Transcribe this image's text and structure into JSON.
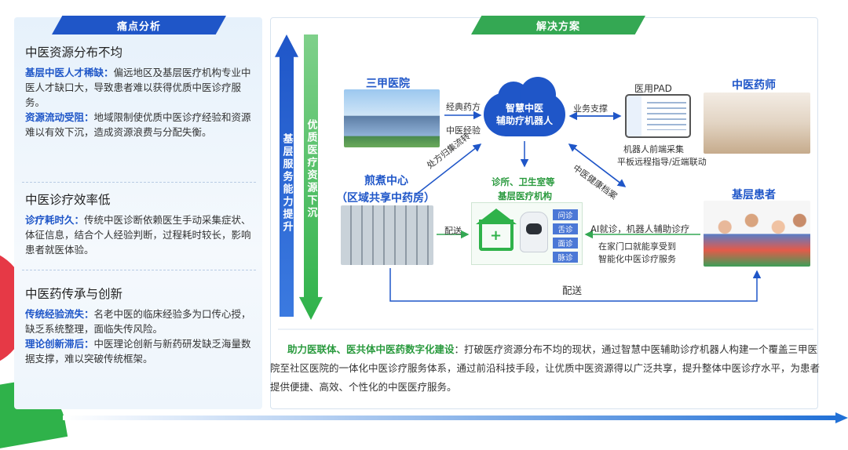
{
  "left": {
    "title": "痛点分析",
    "sections": [
      {
        "heading": "中医资源分布不均",
        "items": [
          {
            "key": "基层中医人才稀缺：",
            "text": "偏远地区及基层医疗机构专业中医人才缺口大，导致患者难以获得优质中医诊疗服务。"
          },
          {
            "key": "资源流动受阻：",
            "text": "地域限制使优质中医诊疗经验和资源难以有效下沉，造成资源浪费与分配失衡。"
          }
        ]
      },
      {
        "heading": "中医诊疗效率低",
        "items": [
          {
            "key": "诊疗耗时久：",
            "text": "传统中医诊断依赖医生手动采集症状、体征信息，结合个人经验判断，过程耗时较长，影响患者就医体验。"
          }
        ]
      },
      {
        "heading": "中医药传承与创新",
        "items": [
          {
            "key": "传统经验流失：",
            "text": "名老中医的临床经验多为口传心授，缺乏系统整理，面临失传风险。"
          },
          {
            "key": "理论创新滞后：",
            "text": "中医理论创新与新药研发缺乏海量数据支撑，难以突破传统框架。"
          }
        ]
      }
    ]
  },
  "right": {
    "title": "解决方案",
    "vbar_blue": "基层服务能力提升",
    "vbar_green": "优质医疗资源下沉",
    "nodes": {
      "hospital": "三甲医院",
      "robot_line1": "智慧中医",
      "robot_line2": "辅助疗机器人",
      "pad": "医用PAD",
      "pharmacist": "中医药师",
      "decoction_line1": "煎煮中心",
      "decoction_line2": "（区域共享中药房）",
      "clinic_line1": "诊所、卫生室等",
      "clinic_line2": "基层医疗机构",
      "patients": "基层患者"
    },
    "labels": {
      "classic": "经典药方",
      "experience": "中医经验",
      "support": "业务支撑",
      "pad_line1": "机器人前端采集",
      "pad_line2": "平板远程指导/近端联动",
      "prescription": "处方归集流转",
      "health_record": "中医健康档案",
      "delivery1": "配送",
      "ai_line1": "AI就诊，机器人辅助诊疗",
      "ai_line2": "在家门口就能享受到",
      "ai_line3": "智能化中医诊疗服务",
      "delivery2": "配送"
    },
    "chips": [
      "问诊",
      "舌诊",
      "面诊",
      "脉诊"
    ]
  },
  "bottom": {
    "highlight": "助力医联体、医共体中医药数字化建设",
    "text": "：打破医疗资源分布不均的现状，通过智慧中医辅助诊疗机器人构建一个覆盖三甲医院至社区医院的一体化中医诊疗服务体系，通过前沿科技手段，让优质中医资源得以广泛共享，提升整体中医诊疗水平，为患者提供便捷、高效、个性化的中医医疗服务。"
  },
  "colors": {
    "blue": "#1f56c8",
    "green": "#34a853",
    "red": "#e63946"
  }
}
